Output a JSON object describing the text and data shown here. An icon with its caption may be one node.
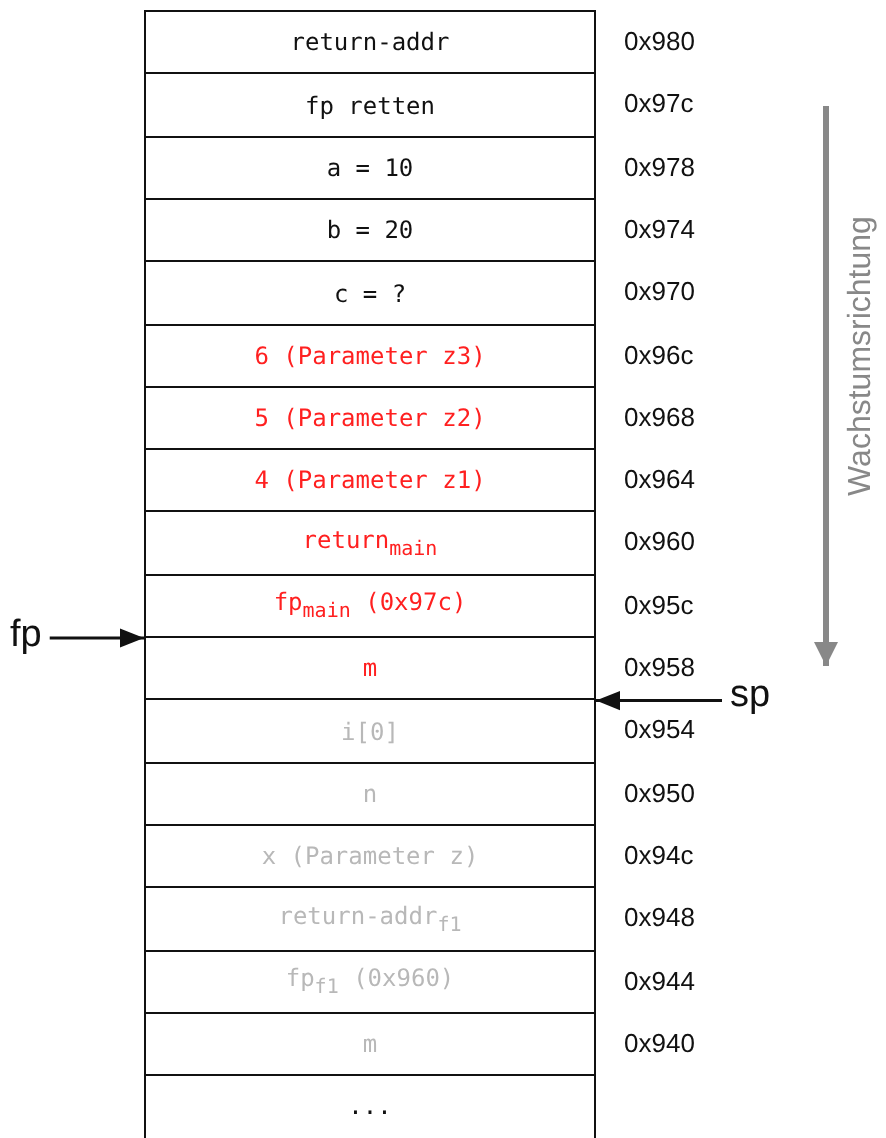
{
  "diagram": {
    "nodes": [
      {
        "text": [
          "return-addr"
        ],
        "beside": [
          "0x980"
        ]
      },
      {
        "text": [
          "fp retten"
        ],
        "beside": [
          "0x97c"
        ]
      },
      {
        "text": [
          "a = 10"
        ],
        "beside": [
          "0x978"
        ]
      },
      {
        "text": [
          "b = 20"
        ],
        "beside": [
          "0x974"
        ]
      },
      {
        "text": [
          "c = ?"
        ],
        "beside": [
          "0x970"
        ]
      },
      {
        "text": [
          "6 (Parameter z3)"
        ],
        "beside": [
          "0x96c"
        ]
      },
      {
        "text": [
          "5 (Parameter z2)"
        ],
        "beside": [
          "0x968"
        ]
      },
      {
        "text": [
          "4 (Parameter z1)"
        ],
        "beside": [
          "0x964"
        ]
      },
      {
        "text": [
          "return$_{main}$"
        ],
        "beside": [
          "0x960"
        ]
      },
      {
        "text": [
          "fp$_{main}$ (0x97c)"
        ],
        "beside": [
          "0x95c"
        ]
      },
      {
        "text": [
          "m"
        ],
        "beside": [
          "0x958"
        ]
      },
      {
        "text": [
          "i[0]"
        ],
        "beside": [
          "0x954"
        ]
      },
      {
        "text": [
          "n"
        ],
        "beside": [
          "0x950"
        ]
      },
      {
        "text": [
          "x (Parameter z)"
        ],
        "beside": [
          "0x94c"
        ]
      },
      {
        "text": [
          "return-addr$_{f1}$"
        ],
        "beside": [
          "0x948"
        ]
      },
      {
        "text": [
          "fp$_{f1}$ (0x960)"
        ],
        "beside": [
          "0x944"
        ]
      },
      {
        "text": [
          "m"
        ],
        "beside": [
          "0x940"
        ]
      },
      {
        "text": [
          "..."
        ]
      },
      {
        "text": [
          "fp"
        ]
      },
      {
        "text": [
          "sp"
        ]
      }
    ],
    "edges": [
      {
        "from": 18,
        "to": 10,
        "arrow": "to"
      },
      {
        "from": 19,
        "to": 11,
        "arrow": "to"
      }
    ],
    "labels": [
      "Wachstumsrichtung"
    ]
  }
}
